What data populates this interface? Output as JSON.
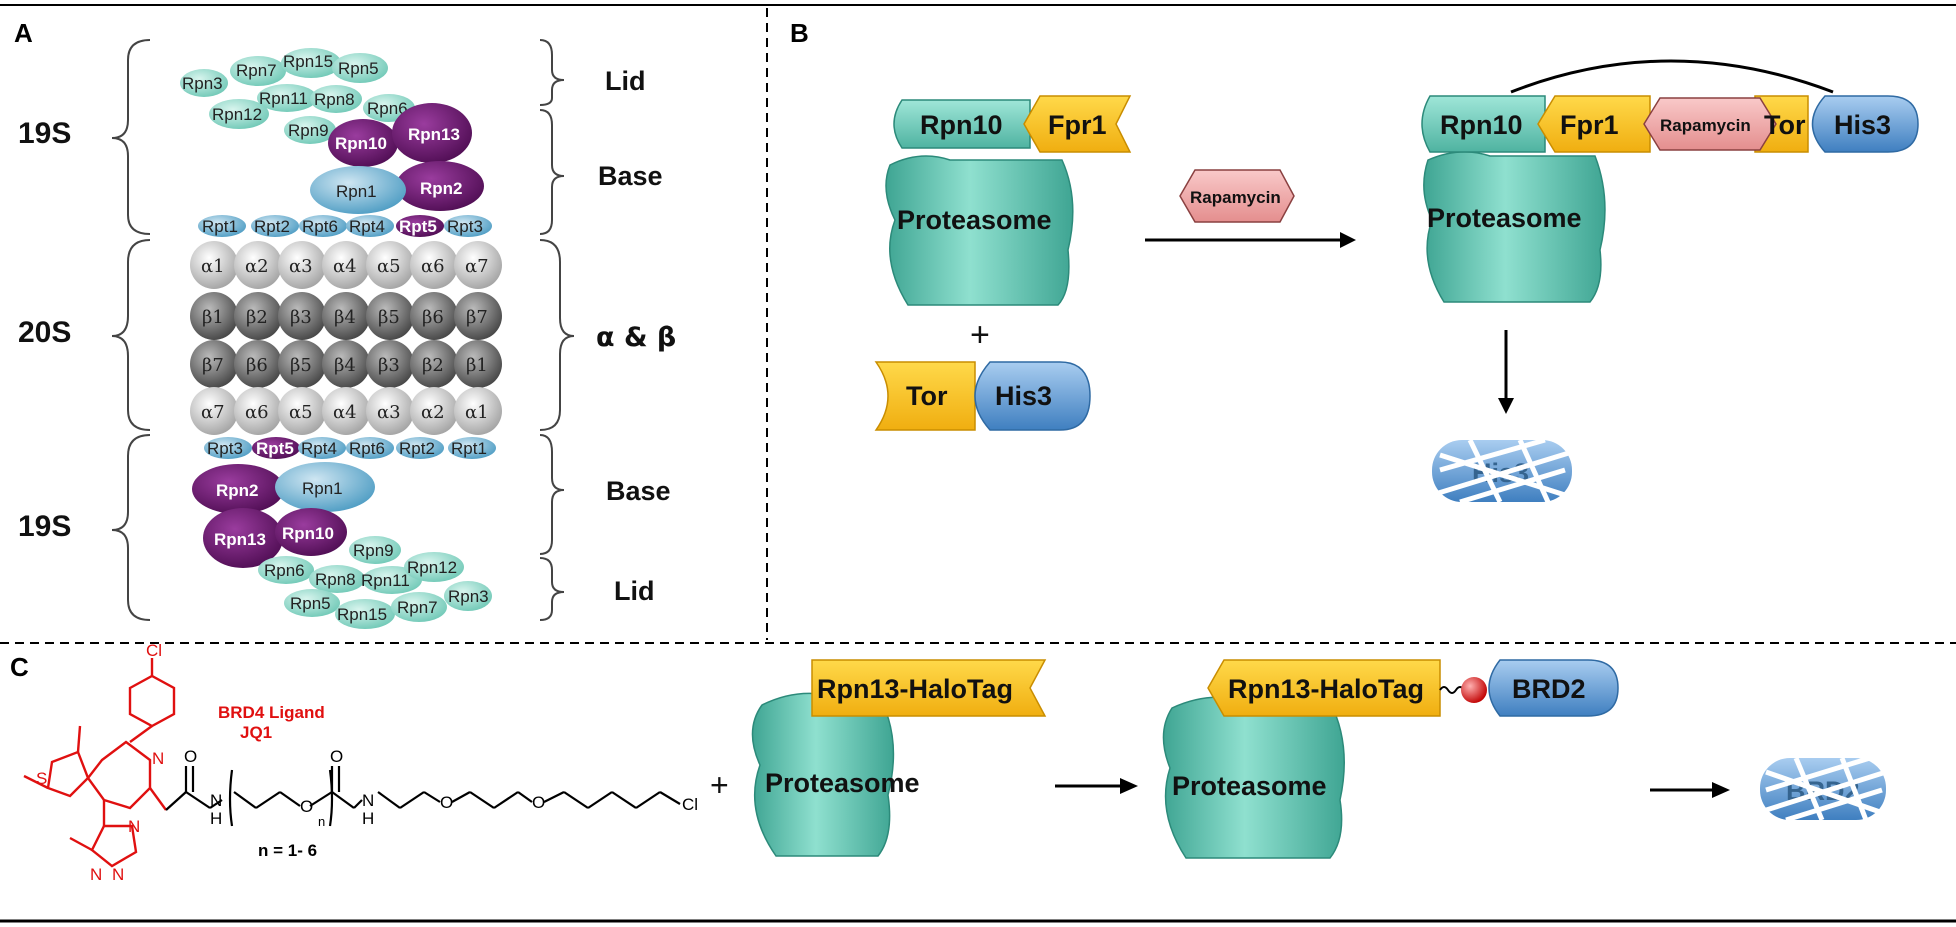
{
  "panels": {
    "a": "A",
    "b": "B",
    "c": "C"
  },
  "panel_a": {
    "left_labels": [
      "19S",
      "20S",
      "19S"
    ],
    "right_labels": {
      "lid_top": "Lid",
      "base_top": "Base",
      "alpha_beta": "α & β",
      "base_bottom": "Base",
      "lid_bottom": "Lid"
    },
    "lid_top_subunits": [
      "Rpn3",
      "Rpn7",
      "Rpn15",
      "Rpn5",
      "Rpn11",
      "Rpn8",
      "Rpn12",
      "Rpn6",
      "Rpn9"
    ],
    "base_top": {
      "rpn10": "Rpn10",
      "rpn13": "Rpn13",
      "rpn1": "Rpn1",
      "rpn2": "Rpn2",
      "rpt_row": [
        "Rpt1",
        "Rpt2",
        "Rpt6",
        "Rpt4",
        "Rpt5",
        "Rpt3"
      ]
    },
    "alpha_row_1": [
      "α1",
      "α2",
      "α3",
      "α4",
      "α5",
      "α6",
      "α7"
    ],
    "beta_row_1": [
      "β1",
      "β2",
      "β3",
      "β4",
      "β5",
      "β6",
      "β7"
    ],
    "beta_row_2": [
      "β7",
      "β6",
      "β5",
      "β4",
      "β3",
      "β2",
      "β1"
    ],
    "alpha_row_2": [
      "α7",
      "α6",
      "α5",
      "α4",
      "α3",
      "α2",
      "α1"
    ],
    "base_bottom": {
      "rpt_row": [
        "Rpt3",
        "Rpt5",
        "Rpt4",
        "Rpt6",
        "Rpt2",
        "Rpt1"
      ],
      "rpn2": "Rpn2",
      "rpn1": "Rpn1",
      "rpn13": "Rpn13",
      "rpn10": "Rpn10"
    },
    "lid_bottom_subunits": [
      "Rpn9",
      "Rpn6",
      "Rpn8",
      "Rpn11",
      "Rpn12",
      "Rpn5",
      "Rpn15",
      "Rpn7",
      "Rpn3"
    ]
  },
  "panel_b": {
    "rpn10": "Rpn10",
    "fpr1": "Fpr1",
    "proteasome": "Proteasome",
    "plus": "+",
    "tor": "Tor",
    "his3": "His3",
    "rapamycin": "Rapamycin",
    "product_rpn10": "Rpn10",
    "product_fpr1": "Fpr1",
    "product_rapamycin": "Rapamycin",
    "product_tor": "Tor",
    "product_his3": "His3",
    "product_proteasome": "Proteasome",
    "degraded_label": "His3"
  },
  "panel_c": {
    "ligand_title_1": "BRD4 Ligand",
    "ligand_title_2": "JQ1",
    "n_label": "n = 1- 6",
    "atoms": {
      "cl_top": "Cl",
      "s": "S",
      "n_ring": "N",
      "n1": "N",
      "n2": "N",
      "n3": "N",
      "o_amide1": "O",
      "nh1": "N",
      "h1": "H",
      "o_peg": "O",
      "n_sub": "n",
      "o_amide2": "O",
      "nh2": "N",
      "h2": "H",
      "o3": "O",
      "o4": "O",
      "cl_end": "Cl"
    },
    "plus": "+",
    "tag": "Rpn13-HaloTag",
    "proteasome": "Proteasome",
    "product_tag": "Rpn13-HaloTag",
    "product_proteasome": "Proteasome",
    "brd2": "BRD2",
    "degraded_label": "BRD2"
  },
  "colors": {
    "teal": "#7fd3c4",
    "teal_dark": "#3fa593",
    "yellow": "#f9c52a",
    "blue": "#5b95cf",
    "pink": "#f2a8a8",
    "purple": "#6a1a6e",
    "red": "#e01010"
  }
}
